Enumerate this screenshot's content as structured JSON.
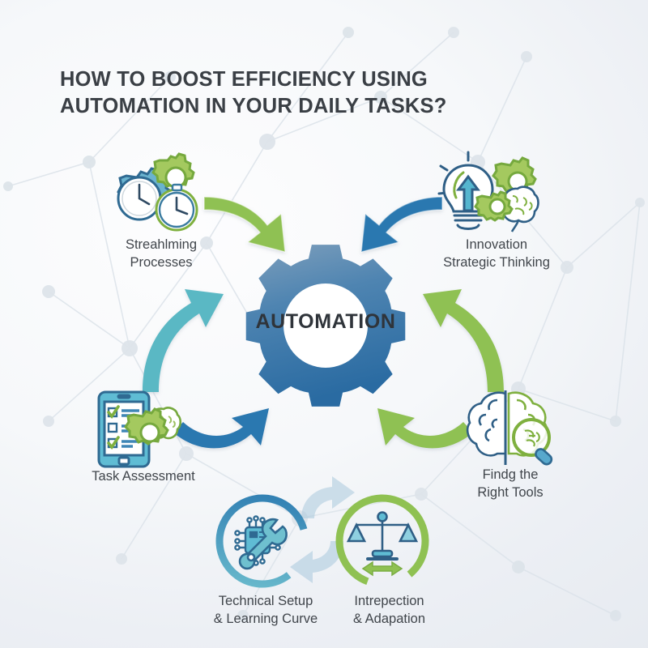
{
  "title": "HOW TO BOOST EFFICIENCY USING\nAUTOMATION IN YOUR DAILY TASKS?",
  "center": {
    "label": "AUTOMATION",
    "icon": "gear-icon"
  },
  "colors": {
    "green": "#8fc152",
    "blue": "#2a78b0",
    "teal": "#5ab8c4",
    "light_blue": "#a9c9dd",
    "dark_text": "#3a3f45",
    "label_text": "#40454b",
    "background": "#eef1f5",
    "gear_top": "#6d94b5",
    "gear_bottom": "#2b6ea4",
    "node": "#dfe5eb"
  },
  "steps": [
    {
      "id": "streamlining",
      "label": "Streahlming\nProcesses",
      "icon": "clock-gear-stopwatch-icon",
      "arrow_color": "#8fc152",
      "position": "top-left"
    },
    {
      "id": "innovation",
      "label": "Innovation\nStrategic Thinking",
      "icon": "lightbulb-gear-brain-icon",
      "arrow_color": "#2a78b0",
      "position": "top-right"
    },
    {
      "id": "find-tools",
      "label": "Findg the\nRight Tools",
      "icon": "brain-magnifier-icon",
      "arrow_color": "#8fc152",
      "position": "right"
    },
    {
      "id": "introspection",
      "label": "Intrepection\n& Adapation",
      "icon": "balance-scales-icon",
      "arrow_color": "#8fc152",
      "position": "bottom-right"
    },
    {
      "id": "technical-setup",
      "label": "Technical Setup\n& Learning Curve",
      "icon": "circuit-wrench-icon",
      "arrow_color": "#2a78b0",
      "position": "bottom-left"
    },
    {
      "id": "task-assessment",
      "label": "Task Assessment",
      "icon": "phone-checklist-gear-brain-icon",
      "arrow_color": "#5ab8c4",
      "position": "left"
    }
  ]
}
